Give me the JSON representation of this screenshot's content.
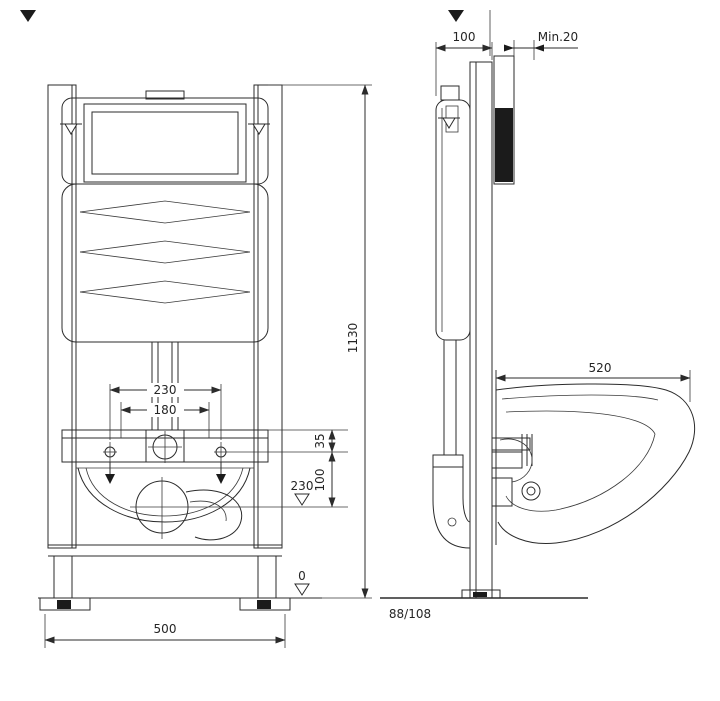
{
  "colors": {
    "background": "#ffffff",
    "line": "#2b2b2b",
    "dark_fill": "#1b1b1b"
  },
  "front_view": {
    "width_dim": "500",
    "height_dim": "1130",
    "bolt_spacing_dim": "230",
    "pipe_spacing_dim": "180",
    "offset_dim_35": "35",
    "offset_dim_100": "100",
    "outlet_level_dim": "230",
    "floor_level_dim": "0"
  },
  "side_view": {
    "frame_depth_dim": "100",
    "wall_clearance_dim": "Min.20",
    "bowl_depth_dim": "520",
    "outlet_pipe_dim": "88/108"
  }
}
